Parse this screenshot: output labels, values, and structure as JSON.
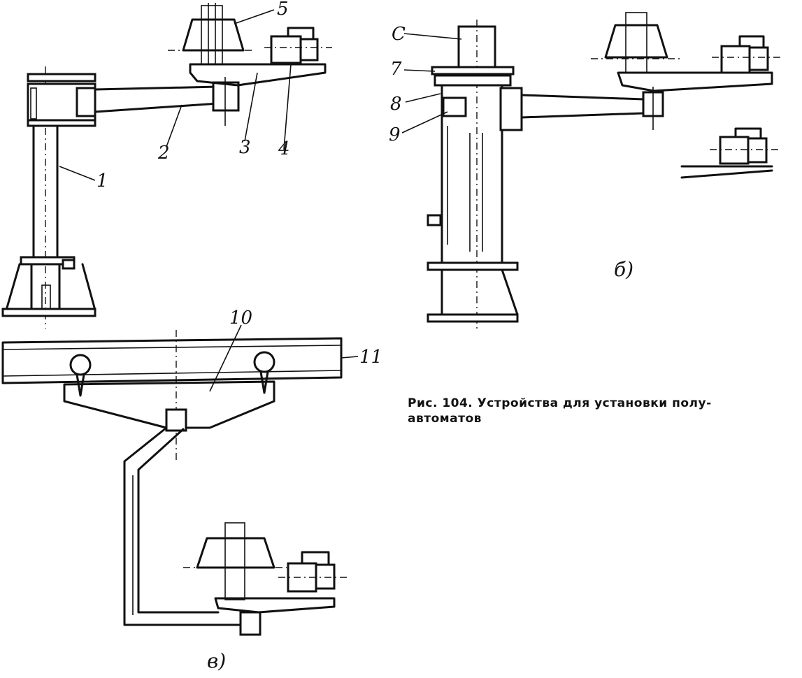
{
  "caption": "Рис. 104. Устройства для установки полу-\nавтоматов",
  "subfigures": {
    "a_label": "",
    "b_label": "б)",
    "c_label": "в)"
  },
  "parts": {
    "p1": "1",
    "p2": "2",
    "p3": "3",
    "p4": "4",
    "p5": "5",
    "p6": "С",
    "p7": "7",
    "p8": "8",
    "p9": "9",
    "p10": "10",
    "p11": "11"
  }
}
